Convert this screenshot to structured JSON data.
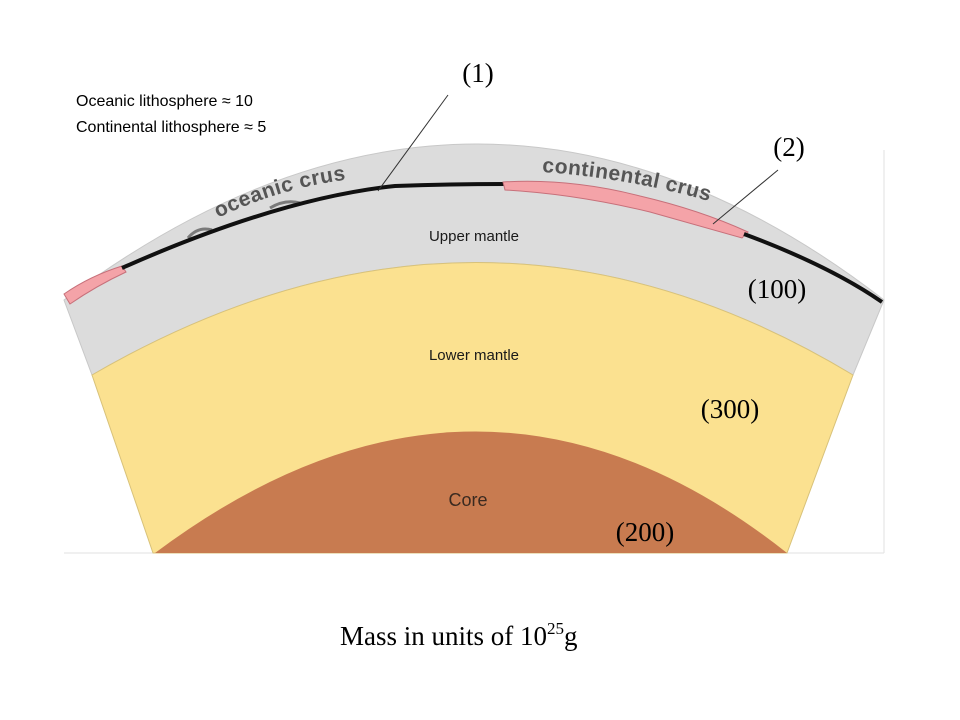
{
  "legend": {
    "oceanic_lithosphere": "Oceanic lithosphere ≈ 10",
    "continental_lithosphere": "Continental lithosphere ≈ 5"
  },
  "labels": {
    "oceanic_crust": "oceanic crust",
    "continental_crust": "continental crust",
    "upper_mantle": "Upper mantle",
    "lower_mantle": "Lower mantle",
    "core": "Core"
  },
  "callouts": {
    "one": "(1)",
    "two": "(2)",
    "upper_mantle_mass": "(100)",
    "lower_mantle_mass": "(300)",
    "core_mass": "(200)"
  },
  "caption": {
    "prefix": "Mass in units of 10",
    "exponent": "25",
    "unit": "g"
  },
  "colors": {
    "core": "#c87b50",
    "lower_mantle": "#fbe190",
    "upper_mantle": "#dcdcdc",
    "crust_line": "#111111",
    "continental_crust": "#f4a3a8",
    "outline": "#bdbdbd"
  }
}
